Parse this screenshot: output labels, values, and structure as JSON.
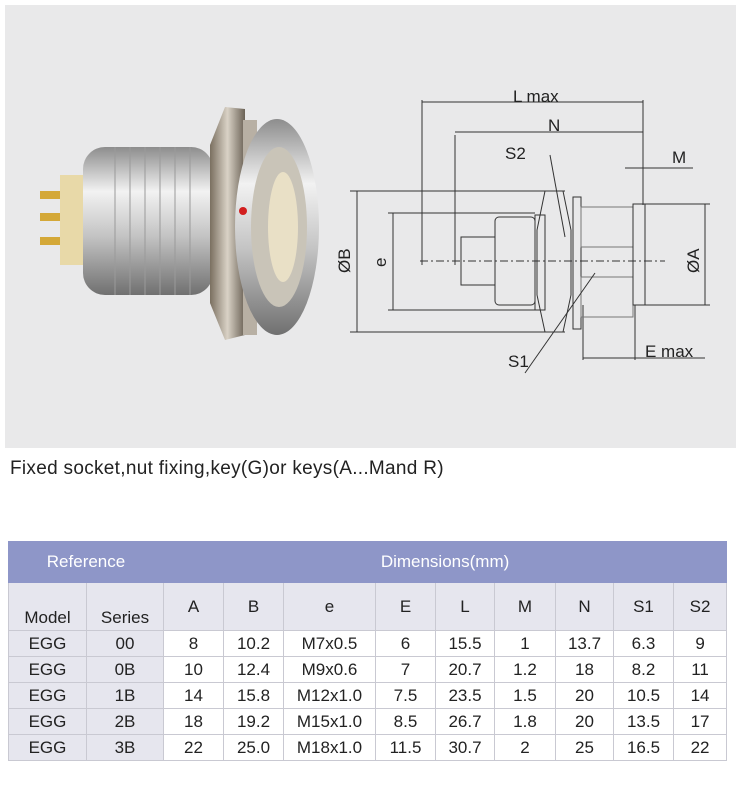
{
  "figure": {
    "drawing_labels": {
      "l_max": "L max",
      "n": "N",
      "m": "M",
      "s2": "S2",
      "s1": "S1",
      "dia_b": "ØB",
      "e": "e",
      "dia_a": "ØA",
      "e_max": "E max"
    }
  },
  "caption": "Fixed socket,nut fixing,key(G)or keys(A...Mand R)",
  "table": {
    "group_headers": {
      "reference": "Reference",
      "dimensions": "Dimensions(mm)"
    },
    "columns": [
      "Model",
      "Series",
      "A",
      "B",
      "e",
      "E",
      "L",
      "M",
      "N",
      "S1",
      "S2"
    ],
    "rows": [
      [
        "EGG",
        "00",
        "8",
        "10.2",
        "M7x0.5",
        "6",
        "15.5",
        "1",
        "13.7",
        "6.3",
        "9"
      ],
      [
        "EGG",
        "0B",
        "10",
        "12.4",
        "M9x0.6",
        "7",
        "20.7",
        "1.2",
        "18",
        "8.2",
        "11"
      ],
      [
        "EGG",
        "1B",
        "14",
        "15.8",
        "M12x1.0",
        "7.5",
        "23.5",
        "1.5",
        "20",
        "10.5",
        "14"
      ],
      [
        "EGG",
        "2B",
        "18",
        "19.2",
        "M15x1.0",
        "8.5",
        "26.7",
        "1.8",
        "20",
        "13.5",
        "17"
      ],
      [
        "EGG",
        "3B",
        "22",
        "25.0",
        "M18x1.0",
        "11.5",
        "30.7",
        "2",
        "25",
        "16.5",
        "22"
      ]
    ]
  }
}
